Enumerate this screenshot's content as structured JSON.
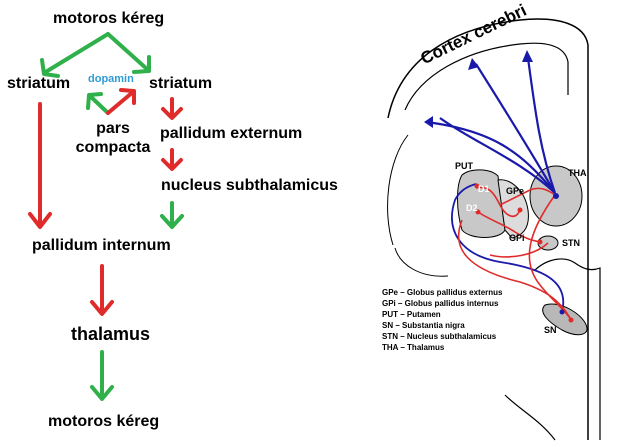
{
  "left_flow": {
    "motor_cortex_top": "motoros kéreg",
    "striatum_left": "striatum",
    "striatum_right": "striatum",
    "dopamin": "dopamin",
    "pars_compacta_line1": "pars",
    "pars_compacta_line2": "compacta",
    "pallidum_externum": "pallidum externum",
    "nucleus_subthalamicus": "nucleus  subthalamicus",
    "pallidum_internum": "pallidum internum",
    "thalamus": "thalamus",
    "motor_cortex_bottom": "motoros kéreg"
  },
  "brain_diagram": {
    "cortex_label": "Cortex cerebri",
    "structures": {
      "put": "PUT",
      "tha": "THA",
      "d1": "D1",
      "d2": "D2",
      "gpe": "GPe",
      "gpi": "GPi",
      "stn": "STN",
      "sn": "SN"
    },
    "legend": [
      "GPe – Globus pallidus externus",
      "GPi – Globus pallidus internus",
      "PUT – Putamen",
      "SN   – Substantia nigra",
      "STN – Nucleus subthalamicus",
      "THA – Thalamus"
    ]
  },
  "colors": {
    "green": "#2fb04a",
    "red": "#e02b2b",
    "blue": "#1a1aaa",
    "gray": "#c8c8c8"
  }
}
